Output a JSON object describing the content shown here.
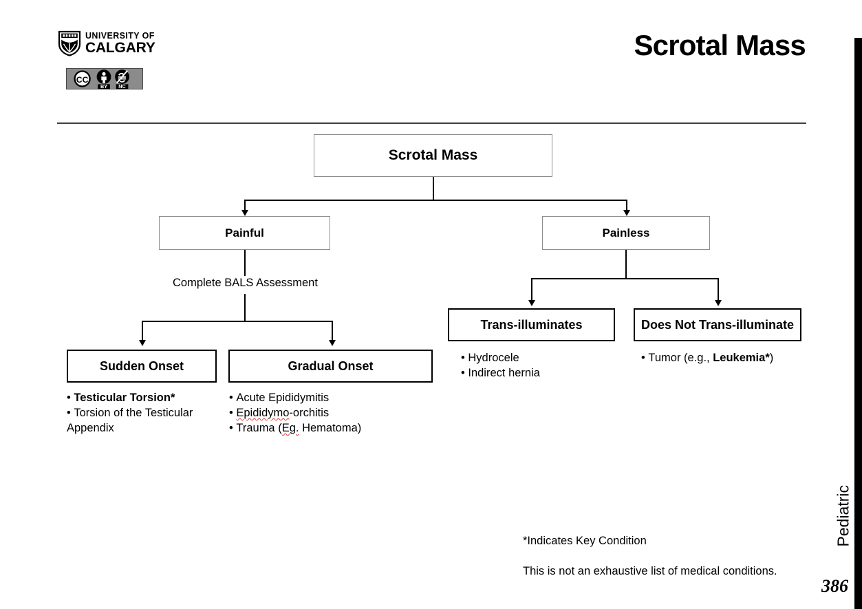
{
  "header": {
    "university_line1": "UNIVERSITY OF",
    "university_line2": "CALGARY",
    "license_by": "BY",
    "license_nc": "NC",
    "title": "Scrotal Mass"
  },
  "side": {
    "category": "Pediatric",
    "page_number": "386"
  },
  "flowchart": {
    "root": {
      "label": "Scrotal Mass"
    },
    "level1": [
      {
        "label": "Painful"
      },
      {
        "label": "Painless"
      }
    ],
    "painful_caption": "Complete BALS Assessment",
    "painful_children": [
      {
        "label": "Sudden Onset"
      },
      {
        "label": "Gradual Onset"
      }
    ],
    "painless_children": [
      {
        "label": "Trans-illuminates"
      },
      {
        "label": "Does Not Trans-illuminate"
      }
    ]
  },
  "lists": {
    "sudden_onset": [
      {
        "text": "Testicular Torsion*",
        "bold": true
      },
      {
        "text": "Torsion of the Testicular Appendix",
        "bold": false
      }
    ],
    "gradual_onset": [
      {
        "pre": "",
        "flagged": "",
        "post": "Acute Epididymitis"
      },
      {
        "pre": "",
        "flagged": "Epididymo",
        "post": "-orchitis"
      },
      {
        "pre": "Trauma (",
        "flagged": "Eg.",
        "post": " Hematoma)"
      }
    ],
    "trans_illuminates": [
      "Hydrocele",
      "Indirect hernia"
    ],
    "does_not_trans_illuminate": [
      {
        "pre": "Tumor (e.g., ",
        "bold": "Leukemia*",
        "post": ")"
      }
    ]
  },
  "footnotes": {
    "key_condition": "*Indicates Key Condition",
    "disclaimer": "This is not an exhaustive list of medical conditions."
  }
}
